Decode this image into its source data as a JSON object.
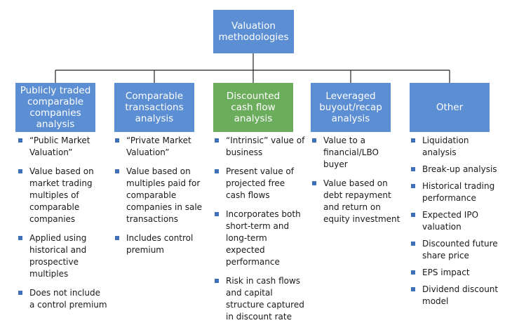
{
  "colors": {
    "box_blue": "#5b8ed3",
    "box_green": "#6cad5d",
    "bullet": "#3f6fb5",
    "connector": "#222222"
  },
  "root": {
    "label": "Valuation methodologies"
  },
  "columns": [
    {
      "title": "Publicly traded comparable companies analysis",
      "color": "#5b8ed3",
      "bullets": [
        "“Public Market Valuation”",
        "Value based on market trading multiples of comparable companies",
        "Applied using historical and prospective multiples",
        "Does not include a control premium"
      ]
    },
    {
      "title": "Comparable transactions analysis",
      "color": "#5b8ed3",
      "bullets": [
        "“Private Market Valuation”",
        "Value based on multiples paid for comparable companies in sale transactions",
        "Includes control premium"
      ]
    },
    {
      "title": "Discounted cash flow analysis",
      "color": "#6cad5d",
      "bullets": [
        "“Intrinsic” value of business",
        "Present value of projected free cash flows",
        "Incorporates both short-term and long-term expected performance",
        "Risk in cash flows and capital structure captured in discount rate"
      ]
    },
    {
      "title": "Leveraged buyout/recap analysis",
      "color": "#5b8ed3",
      "bullets": [
        "Value to a financial/LBO buyer",
        "Value based on debt repayment and return on equity investment"
      ]
    },
    {
      "title": "Other",
      "color": "#5b8ed3",
      "bullets": [
        "Liquidation analysis",
        "Break-up analysis",
        "Historical trading performance",
        "Expected IPO valuation",
        "Discounted future share price",
        "EPS impact",
        "Dividend discount model"
      ]
    }
  ]
}
